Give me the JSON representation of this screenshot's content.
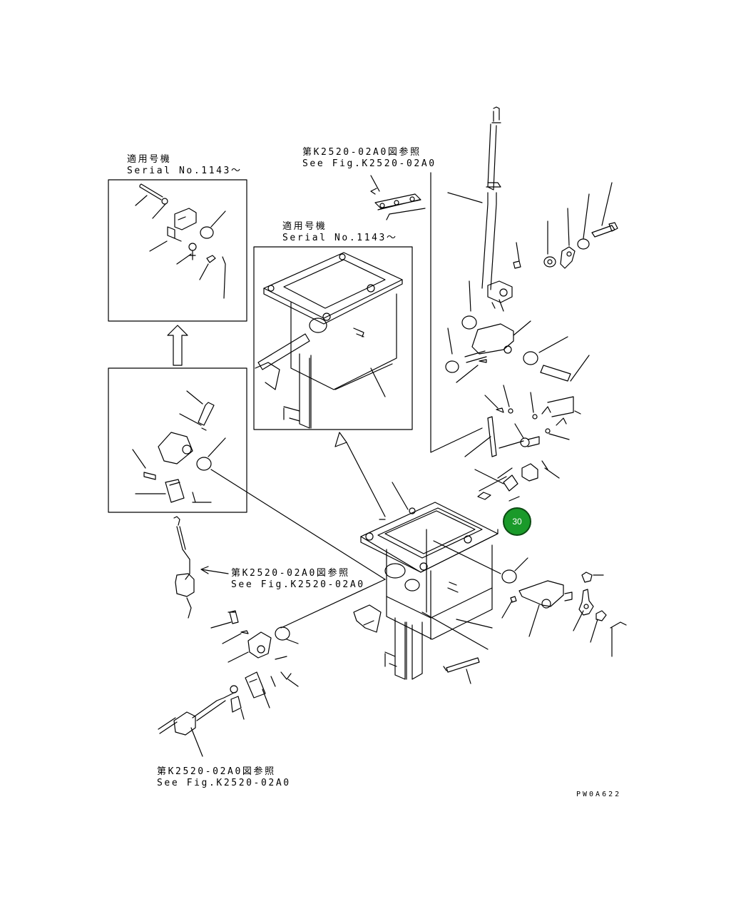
{
  "labels": {
    "serial_top_left": {
      "jp": "適用号機",
      "en": "Serial No.1143～"
    },
    "serial_center": {
      "jp": "適用号機",
      "en": "Serial No.1143～"
    },
    "ref_top": {
      "jp": "第K2520-02A0図参照",
      "en": "See Fig.K2520-02A0"
    },
    "ref_middle": {
      "jp": "第K2520-02A0図参照",
      "en": "See Fig.K2520-02A0"
    },
    "ref_bottom": {
      "jp": "第K2520-02A0図参照",
      "en": "See Fig.K2520-02A0"
    }
  },
  "callouts": [
    {
      "number": "30",
      "color": "#1a9a2a"
    }
  ],
  "drawing_code": "PW0A622"
}
